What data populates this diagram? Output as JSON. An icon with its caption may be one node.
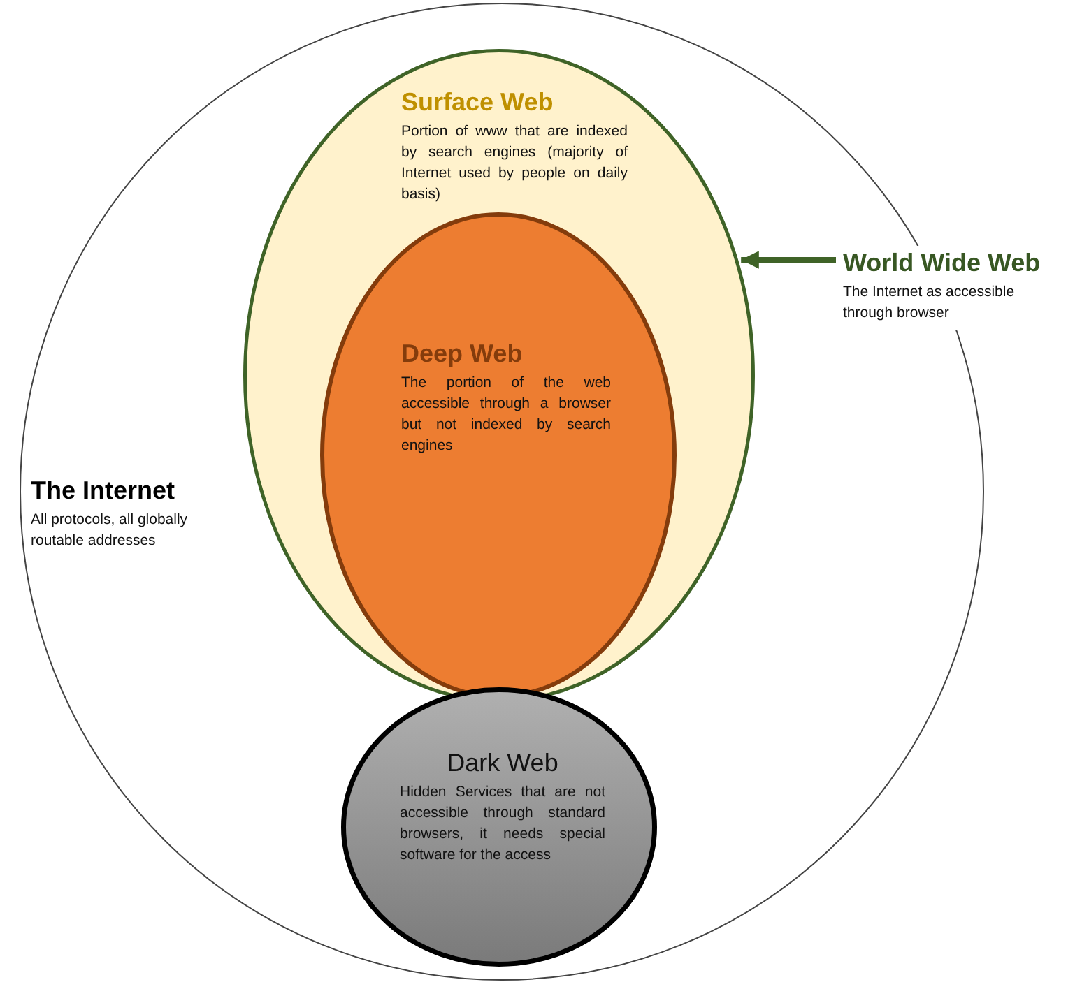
{
  "diagram": {
    "nodes": [
      {
        "text": [
          "The Internet",
          "All protocols, all globally routable addresses"
        ]
      },
      {
        "text": [
          "Surface Web",
          "Portion of www that are indexed by search engines (majority of Internet used by people on daily basis)"
        ],
        "in": 0
      },
      {
        "text": [
          "Deep Web",
          "The portion of the web accessible through a browser but not indexed by search engines"
        ],
        "in": 1
      },
      {
        "text": [
          "Dark Web",
          "Hidden Services that are not accessible through standard browsers, it needs special software for the access"
        ],
        "in": 0
      },
      {
        "text": [
          "World Wide Web",
          "The Internet as accessible through browser"
        ]
      }
    ],
    "edges": [
      {
        "from": 4,
        "to": 1,
        "arrow": "to"
      }
    ]
  }
}
